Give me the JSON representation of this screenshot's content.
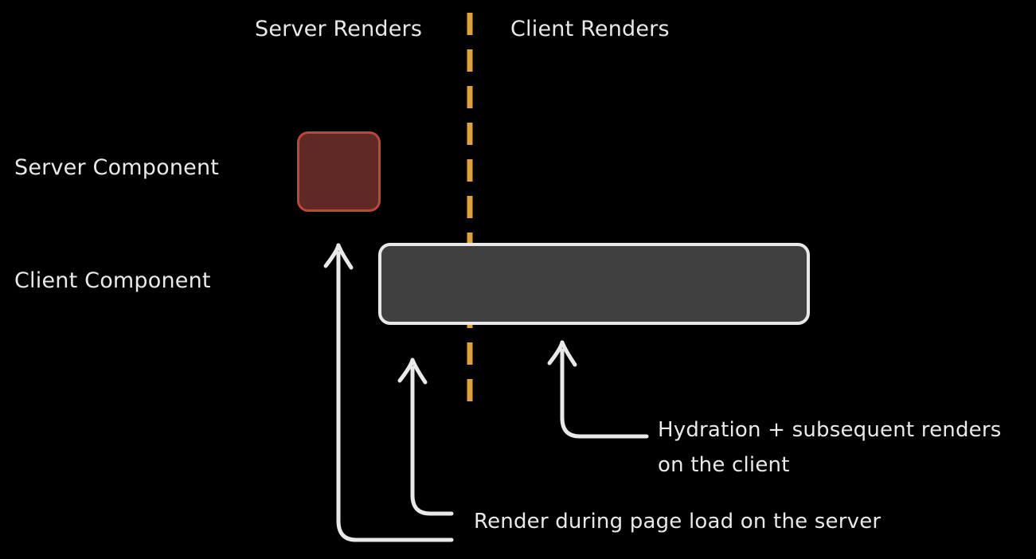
{
  "diagram": {
    "title_semantics": "React Server Components vs Client Components render boundary",
    "background_color": "#000000",
    "headers": {
      "server": "Server Renders",
      "client": "Client Renders"
    },
    "row_labels": {
      "server_component": "Server Component",
      "client_component": "Client Component"
    },
    "annotations": {
      "hydration_line1": "Hydration + subsequent renders",
      "hydration_line2": "on the client",
      "render_server": "Render during page load on the server"
    },
    "nodes": {
      "server_component": {
        "fill": "#5f2a25",
        "stroke": "#c0453c"
      },
      "client_component": {
        "fill": "#414040",
        "stroke": "#e8e8e8"
      }
    },
    "divider": {
      "name": "server-client-boundary",
      "color": "#dfa13f",
      "style": "dashed"
    },
    "arrow_color": "#e9e9e9"
  }
}
